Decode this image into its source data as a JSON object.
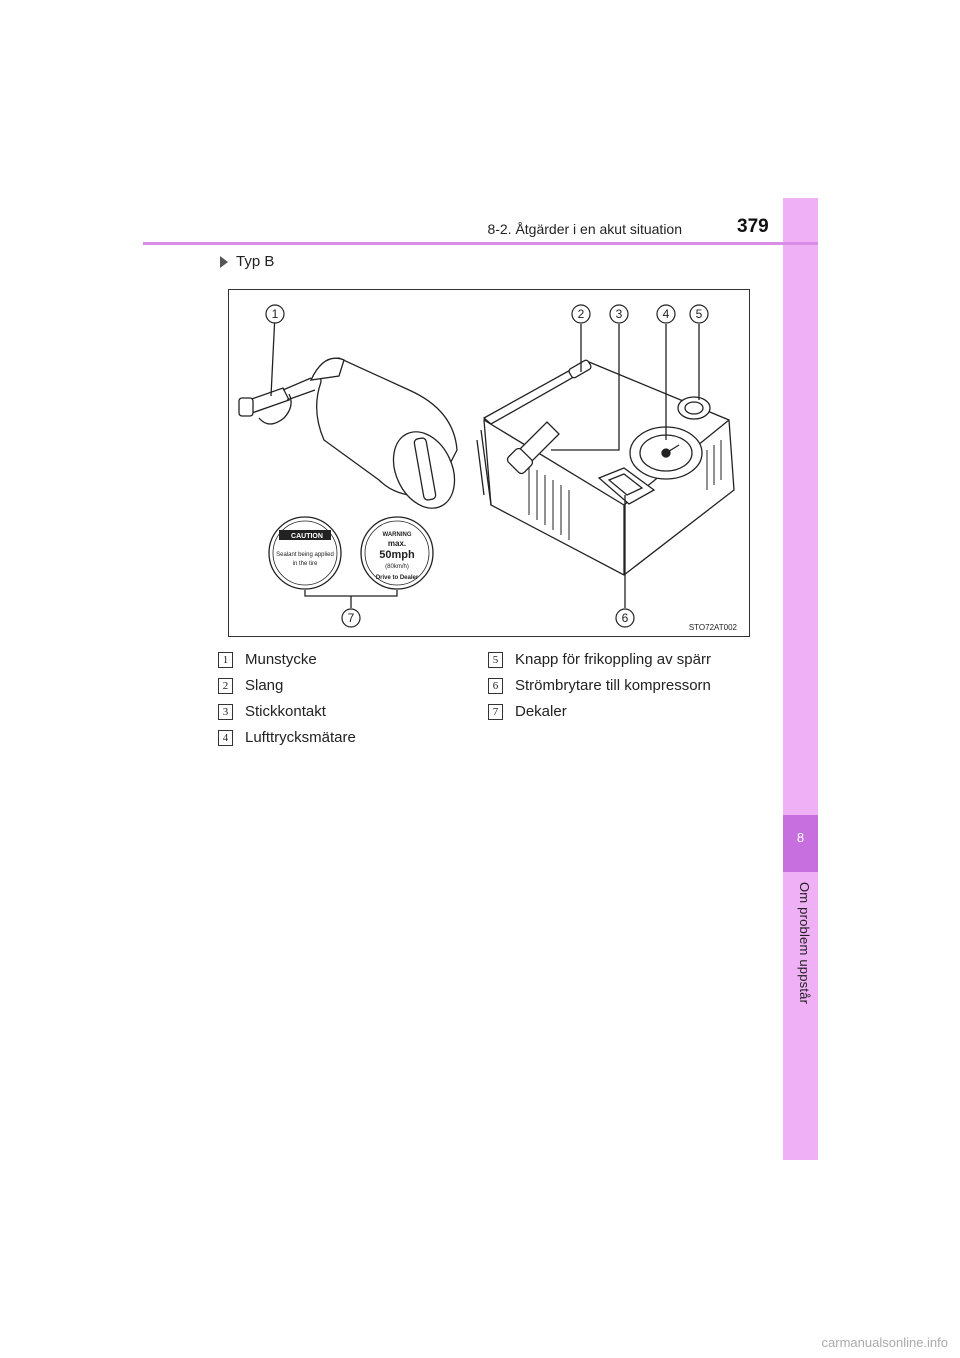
{
  "header": {
    "section": "8-2. Åtgärder i en akut situation",
    "page_number": "379"
  },
  "sidebar": {
    "chapter_number": "8",
    "chapter_title": "Om problem uppstår"
  },
  "subheading": "Typ B",
  "figure": {
    "code": "STO72AT002",
    "callouts": [
      "1",
      "2",
      "3",
      "4",
      "5",
      "6",
      "7"
    ],
    "decal_caution": {
      "title": "CAUTION",
      "line1": "Sealant being applied",
      "line2": "in the tire"
    },
    "decal_warning": {
      "title": "WARNING",
      "max": "max.",
      "speed": "50mph",
      "kmh": "(80km/h)",
      "arc": "Drive to Dealer"
    }
  },
  "legend": [
    {
      "num": "1",
      "label": "Munstycke"
    },
    {
      "num": "2",
      "label": "Slang"
    },
    {
      "num": "3",
      "label": "Stickkontakt"
    },
    {
      "num": "4",
      "label": "Lufttrycksmätare"
    },
    {
      "num": "5",
      "label": "Knapp för frikoppling av spärr"
    },
    {
      "num": "6",
      "label": "Strömbrytare till kompressorn"
    },
    {
      "num": "7",
      "label": "Dekaler"
    }
  ],
  "footer": "carmanualsonline.info"
}
